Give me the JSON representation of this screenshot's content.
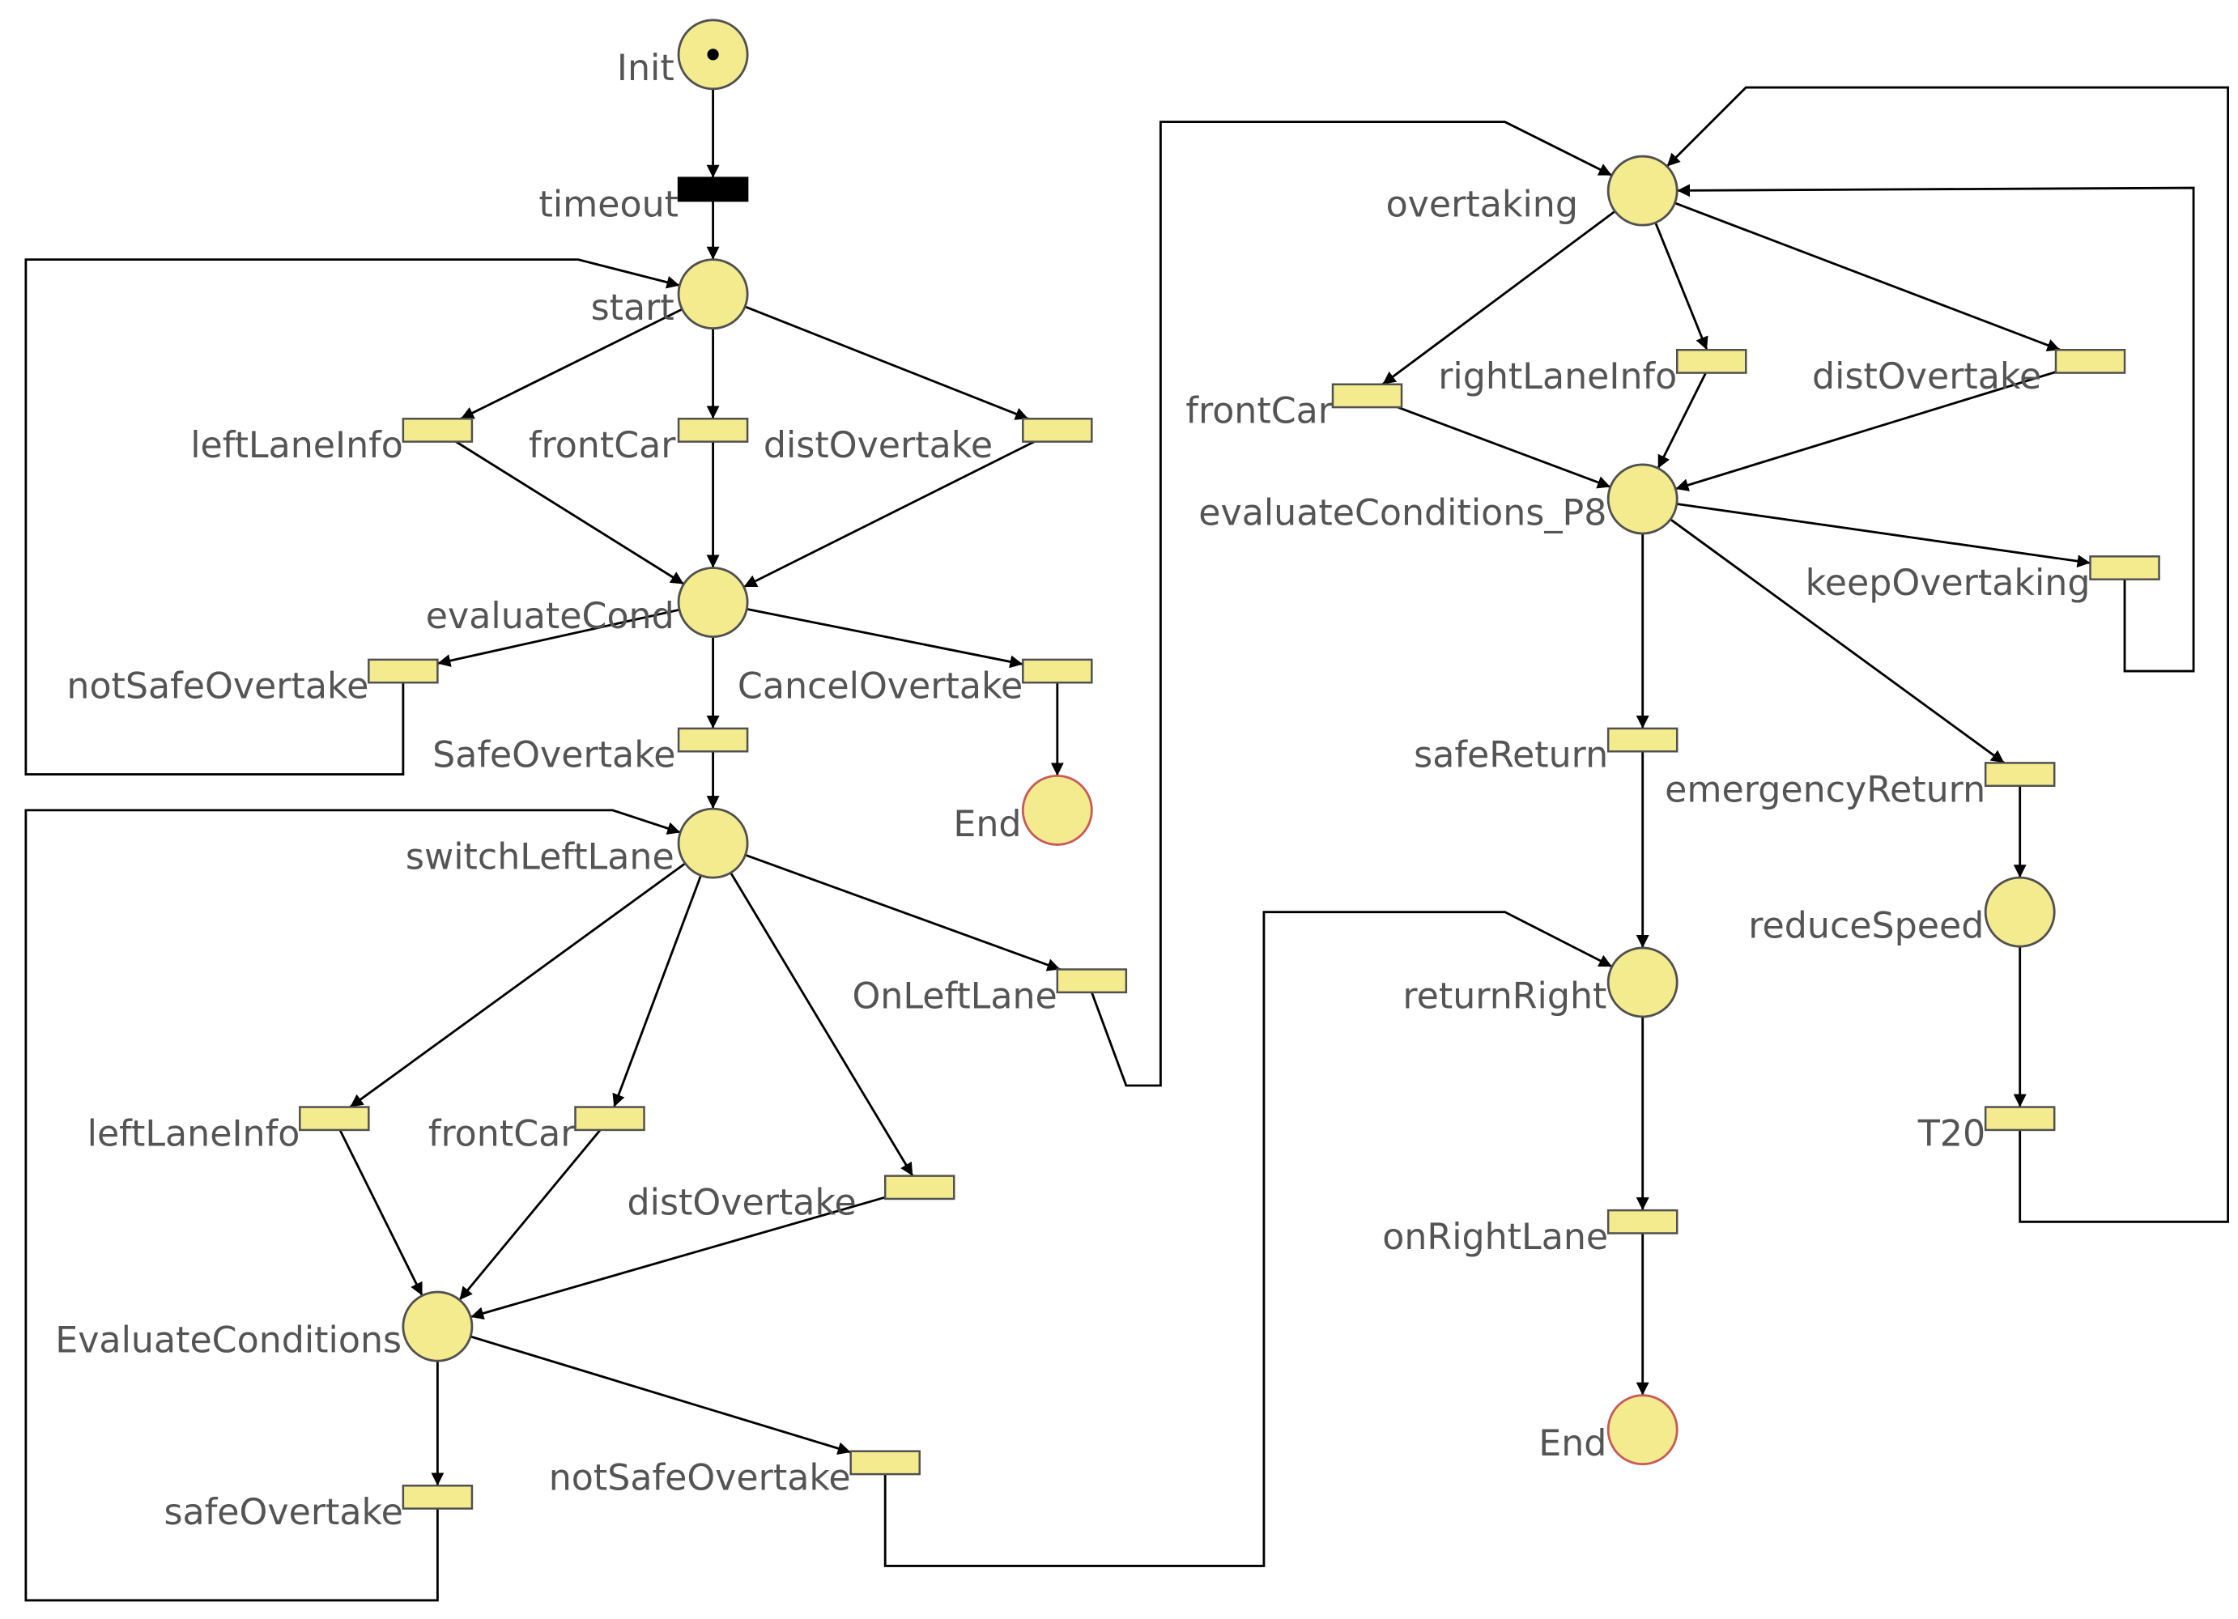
{
  "diagram": {
    "type": "petri-net",
    "colors": {
      "place_fill": "#f4eb8e",
      "place_stroke": "#505050",
      "end_stroke": "#c85a5a",
      "transition_fill": "#f4eb8e",
      "timed_transition_fill": "#000000",
      "edge": "#000000",
      "label": "#545454"
    },
    "places": [
      {
        "id": "init",
        "label": "Init",
        "token": true
      },
      {
        "id": "start",
        "label": "start"
      },
      {
        "id": "evaluateCond",
        "label": "evaluateCond"
      },
      {
        "id": "end1",
        "label": "End",
        "terminal": true
      },
      {
        "id": "switchLeftLane",
        "label": "switchLeftLane"
      },
      {
        "id": "EvaluateConditions",
        "label": "EvaluateConditions"
      },
      {
        "id": "overtaking",
        "label": "overtaking"
      },
      {
        "id": "evaluateConditions_P8",
        "label": "evaluateConditions_P8"
      },
      {
        "id": "returnRight",
        "label": "returnRight"
      },
      {
        "id": "reduceSpeed",
        "label": "reduceSpeed"
      },
      {
        "id": "end2",
        "label": "End",
        "terminal": true
      }
    ],
    "transitions": [
      {
        "id": "timeout",
        "label": "timeout",
        "timed": true
      },
      {
        "id": "leftLaneInfo1",
        "label": "leftLaneInfo"
      },
      {
        "id": "frontCar1",
        "label": "frontCar"
      },
      {
        "id": "distOvertake1",
        "label": "distOvertake"
      },
      {
        "id": "notSafeOvertake1",
        "label": "notSafeOvertake"
      },
      {
        "id": "CancelOvertake",
        "label": "CancelOvertake"
      },
      {
        "id": "SafeOvertake",
        "label": "SafeOvertake"
      },
      {
        "id": "OnLeftLane",
        "label": "OnLeftLane"
      },
      {
        "id": "leftLaneInfo2",
        "label": "leftLaneInfo"
      },
      {
        "id": "frontCar2",
        "label": "frontCar"
      },
      {
        "id": "distOvertake2",
        "label": "distOvertake"
      },
      {
        "id": "safeOvertake2",
        "label": "safeOvertake"
      },
      {
        "id": "notSafeOvertake2",
        "label": "notSafeOvertake"
      },
      {
        "id": "frontCar3",
        "label": "frontCar"
      },
      {
        "id": "rightLaneInfo",
        "label": "rightLaneInfo"
      },
      {
        "id": "distOvertake3",
        "label": "distOvertake"
      },
      {
        "id": "keepOvertaking",
        "label": "keepOvertaking"
      },
      {
        "id": "safeReturn",
        "label": "safeReturn"
      },
      {
        "id": "emergencyReturn",
        "label": "emergencyReturn"
      },
      {
        "id": "T20",
        "label": "T20"
      },
      {
        "id": "onRightLane",
        "label": "onRightLane"
      }
    ],
    "arcs": [
      [
        "init",
        "timeout"
      ],
      [
        "timeout",
        "start"
      ],
      [
        "start",
        "leftLaneInfo1"
      ],
      [
        "start",
        "frontCar1"
      ],
      [
        "start",
        "distOvertake1"
      ],
      [
        "leftLaneInfo1",
        "evaluateCond"
      ],
      [
        "frontCar1",
        "evaluateCond"
      ],
      [
        "distOvertake1",
        "evaluateCond"
      ],
      [
        "evaluateCond",
        "notSafeOvertake1"
      ],
      [
        "evaluateCond",
        "SafeOvertake"
      ],
      [
        "evaluateCond",
        "CancelOvertake"
      ],
      [
        "CancelOvertake",
        "end1"
      ],
      [
        "notSafeOvertake1",
        "start"
      ],
      [
        "SafeOvertake",
        "switchLeftLane"
      ],
      [
        "switchLeftLane",
        "leftLaneInfo2"
      ],
      [
        "switchLeftLane",
        "frontCar2"
      ],
      [
        "switchLeftLane",
        "distOvertake2"
      ],
      [
        "switchLeftLane",
        "OnLeftLane"
      ],
      [
        "leftLaneInfo2",
        "EvaluateConditions"
      ],
      [
        "frontCar2",
        "EvaluateConditions"
      ],
      [
        "distOvertake2",
        "EvaluateConditions"
      ],
      [
        "EvaluateConditions",
        "safeOvertake2"
      ],
      [
        "EvaluateConditions",
        "notSafeOvertake2"
      ],
      [
        "safeOvertake2",
        "switchLeftLane"
      ],
      [
        "notSafeOvertake2",
        "returnRight"
      ],
      [
        "OnLeftLane",
        "overtaking"
      ],
      [
        "overtaking",
        "frontCar3"
      ],
      [
        "overtaking",
        "rightLaneInfo"
      ],
      [
        "overtaking",
        "distOvertake3"
      ],
      [
        "frontCar3",
        "evaluateConditions_P8"
      ],
      [
        "rightLaneInfo",
        "evaluateConditions_P8"
      ],
      [
        "distOvertake3",
        "evaluateConditions_P8"
      ],
      [
        "evaluateConditions_P8",
        "keepOvertaking"
      ],
      [
        "evaluateConditions_P8",
        "safeReturn"
      ],
      [
        "evaluateConditions_P8",
        "emergencyReturn"
      ],
      [
        "keepOvertaking",
        "overtaking"
      ],
      [
        "safeReturn",
        "returnRight"
      ],
      [
        "emergencyReturn",
        "reduceSpeed"
      ],
      [
        "reduceSpeed",
        "T20"
      ],
      [
        "T20",
        "overtaking"
      ],
      [
        "returnRight",
        "onRightLane"
      ],
      [
        "onRightLane",
        "end2"
      ]
    ]
  }
}
